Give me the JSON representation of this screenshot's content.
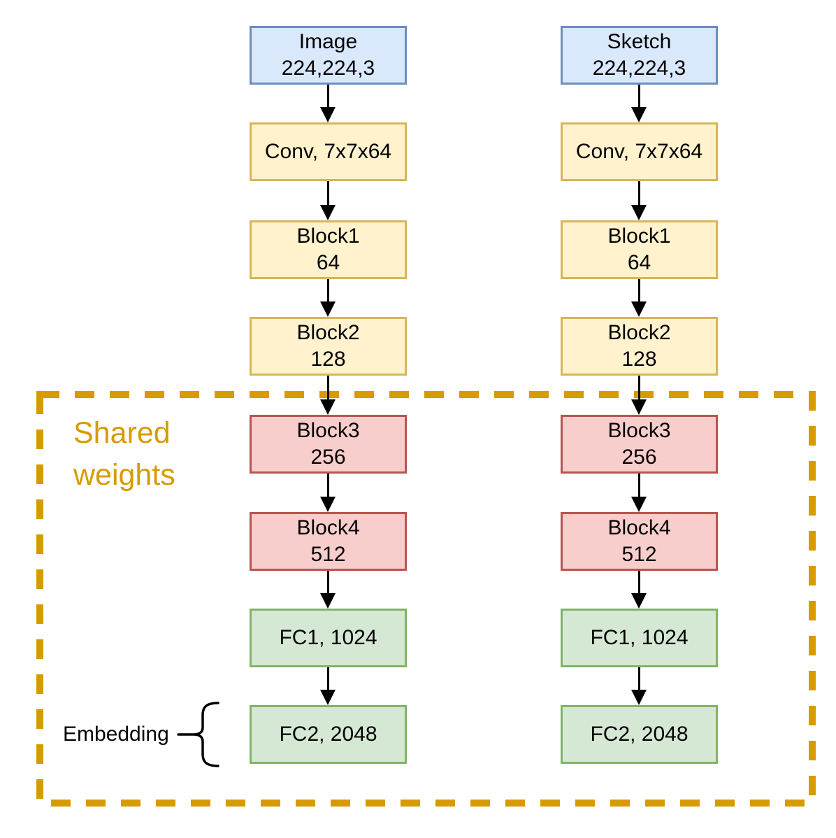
{
  "diagram": {
    "shared_weights": {
      "line1": "Shared",
      "line2": "weights"
    },
    "embedding": {
      "label": "Embedding"
    },
    "branches": [
      {
        "name": "image-branch",
        "boxes": [
          {
            "id": "input",
            "line1": "Image",
            "line2": "224,224,3"
          },
          {
            "id": "conv",
            "line1": "Conv, 7x7x64"
          },
          {
            "id": "block1",
            "line1": "Block1",
            "line2": "64"
          },
          {
            "id": "block2",
            "line1": "Block2",
            "line2": "128"
          },
          {
            "id": "block3",
            "line1": "Block3",
            "line2": "256"
          },
          {
            "id": "block4",
            "line1": "Block4",
            "line2": "512"
          },
          {
            "id": "fc1",
            "line1": "FC1, 1024"
          },
          {
            "id": "fc2",
            "line1": "FC2, 2048"
          }
        ]
      },
      {
        "name": "sketch-branch",
        "boxes": [
          {
            "id": "input",
            "line1": "Sketch",
            "line2": "224,224,3"
          },
          {
            "id": "conv",
            "line1": "Conv, 7x7x64"
          },
          {
            "id": "block1",
            "line1": "Block1",
            "line2": "64"
          },
          {
            "id": "block2",
            "line1": "Block2",
            "line2": "128"
          },
          {
            "id": "block3",
            "line1": "Block3",
            "line2": "256"
          },
          {
            "id": "block4",
            "line1": "Block4",
            "line2": "512"
          },
          {
            "id": "fc1",
            "line1": "FC1, 1024"
          },
          {
            "id": "fc2",
            "line1": "FC2, 2048"
          }
        ]
      }
    ],
    "colors": {
      "input_fill": "#dae8fc",
      "input_border": "#6c8ebf",
      "conv_fill": "#fff2cc",
      "conv_border": "#d6b656",
      "shared_conv_fill": "#f8cecc",
      "shared_conv_border": "#b85450",
      "fc_fill": "#d5e8d4",
      "fc_border": "#82b366",
      "shared_weights_accent": "#d79b00",
      "arrow": "#000000"
    }
  }
}
